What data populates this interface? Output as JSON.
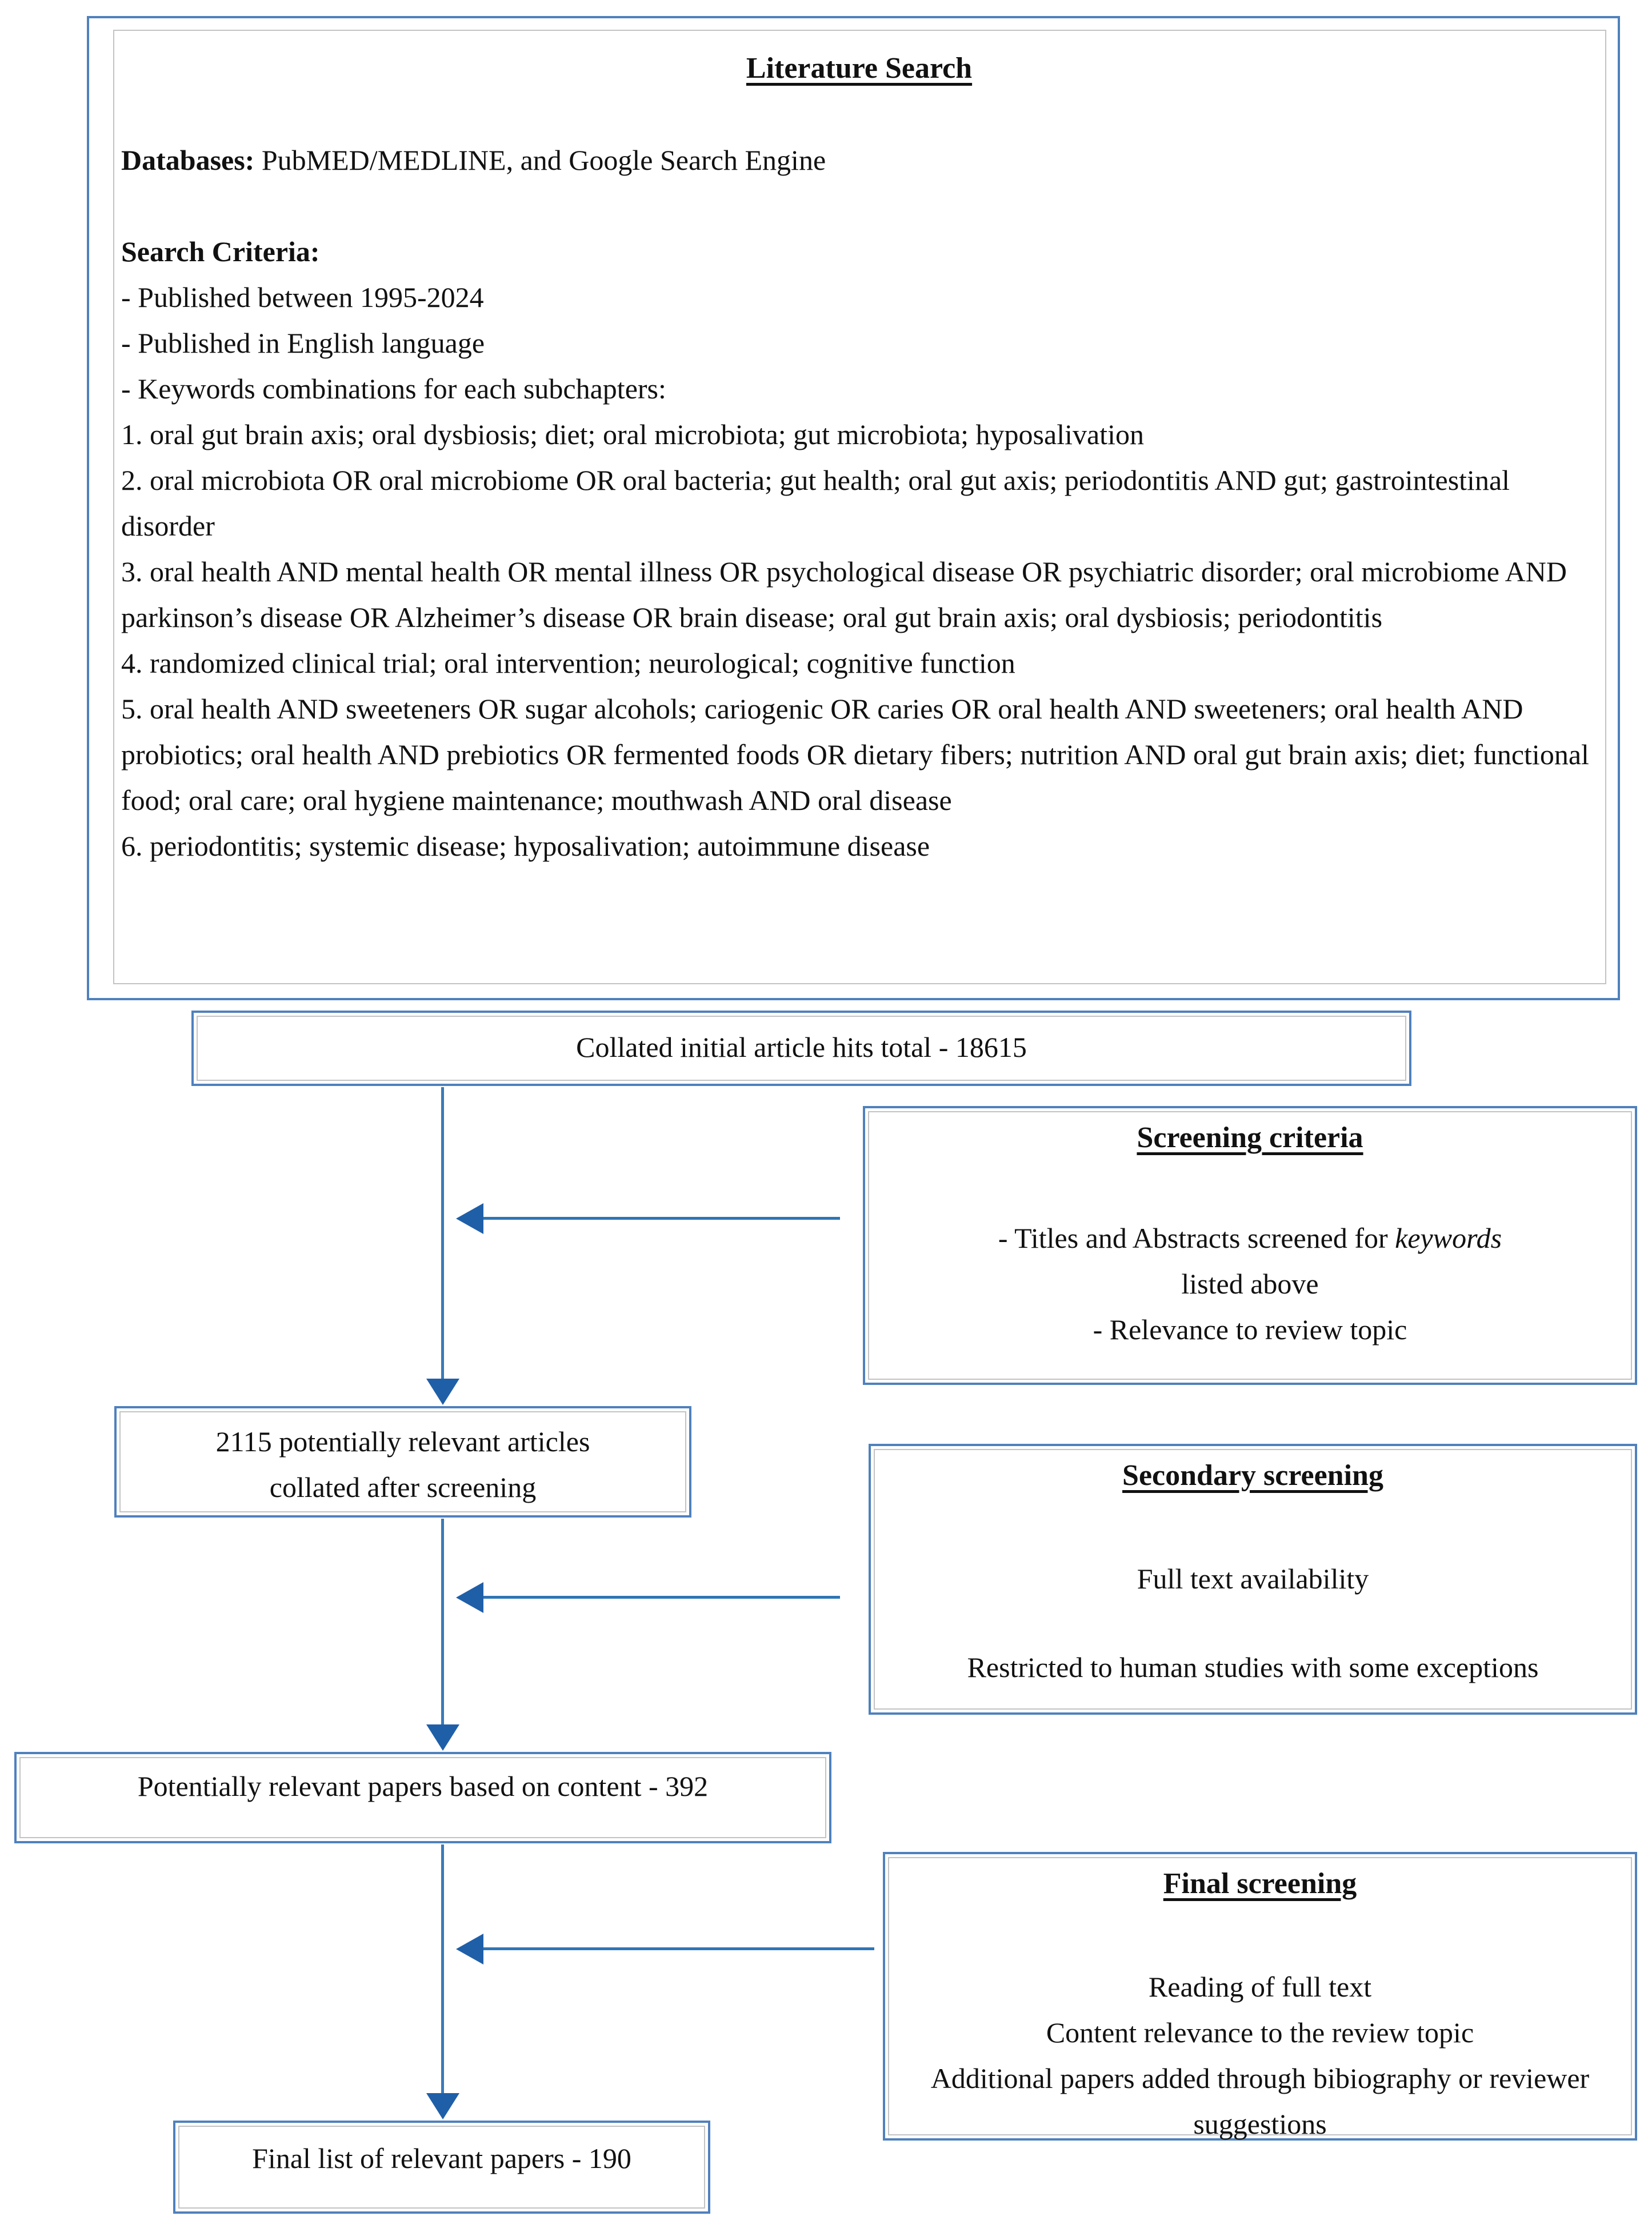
{
  "colors": {
    "box_border_blue": "#4f81bd",
    "inner_line_gray": "#c3c3c3",
    "arrow_line_blue": "#2e75b5",
    "arrowhead_blue": "#1f5fa8",
    "text_black": "#111111"
  },
  "literature_search": {
    "title": "Literature Search",
    "databases_label": "Databases:",
    "databases_value": " PubMED/MEDLINE, and Google Search Engine",
    "criteria_label": "Search Criteria:",
    "criteria_lines": [
      "- Published between 1995-2024",
      "- Published in English language",
      "- Keywords combinations for each subchapters:",
      "1. oral gut brain axis;  oral dysbiosis; diet; oral microbiota; gut microbiota; hyposalivation",
      "2. oral microbiota OR oral microbiome OR oral bacteria; gut health; oral gut axis; periodontitis AND gut; gastrointestinal disorder",
      "3. oral health AND mental health OR mental illness OR psychological disease OR psychiatric disorder; oral microbiome AND parkinson’s disease OR Alzheimer’s disease OR brain disease; oral gut brain axis; oral dysbiosis; periodontitis",
      "4. randomized clinical trial; oral intervention; neurological; cognitive function",
      "5. oral health AND sweeteners OR sugar alcohols; cariogenic OR caries OR oral health AND sweeteners; oral health AND probiotics; oral health AND prebiotics OR fermented foods OR dietary fibers; nutrition AND oral gut brain axis; diet; functional food; oral care; oral hygiene maintenance; mouthwash AND oral disease",
      "6. periodontitis; systemic disease; hyposalivation; autoimmune disease"
    ]
  },
  "collated_box": {
    "text": "Collated initial article hits total - 18615"
  },
  "screening_criteria": {
    "title": "Screening criteria",
    "line1_prefix": "- Titles and Abstracts screened for ",
    "line1_italic": "keywords",
    "line2": "listed above",
    "line3": "- Relevance to review topic"
  },
  "relevant_2115_box": {
    "line1": "2115 potentially relevant articles",
    "line2": "collated after screening"
  },
  "secondary_screening": {
    "title": "Secondary screening",
    "line1": "Full text availability",
    "line2": "Restricted to human studies with some exceptions"
  },
  "relevant_392_box": {
    "text": "Potentially relevant papers based on content - 392"
  },
  "final_screening": {
    "title": "Final screening",
    "lines": [
      "Reading of full text",
      "Content relevance to the review topic",
      "Additional papers added through bibiography or reviewer suggestions"
    ]
  },
  "final_box": {
    "text": "Final list of relevant papers - 190"
  }
}
